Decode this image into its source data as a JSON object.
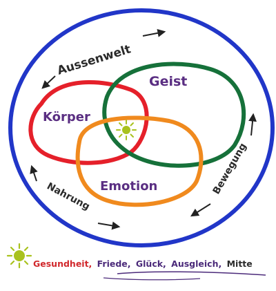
{
  "circles": {
    "outer_label": "Aussenwelt",
    "koerper": "Körper",
    "geist": "Geist",
    "emotion": "Emotion"
  },
  "arrows": {
    "left_label": "Nahrung",
    "right_label": "Bewegung"
  },
  "footer": {
    "items": [
      "Gesundheit,",
      "Friede,",
      "Glück,",
      "Ausgleich,",
      "Mitte"
    ]
  },
  "colors": {
    "outer": "#2136c8",
    "koerper": "#e5202a",
    "geist": "#16713a",
    "emotion": "#f08a1e",
    "sun": "#a9c21e",
    "text_purple": "#5a2e82",
    "footer_red": "#d1282c",
    "footer_purple": "#4b2a7a",
    "footer_dark": "#2a2a2a"
  },
  "icons": {
    "center": "sun-icon",
    "footer": "sun-icon"
  }
}
